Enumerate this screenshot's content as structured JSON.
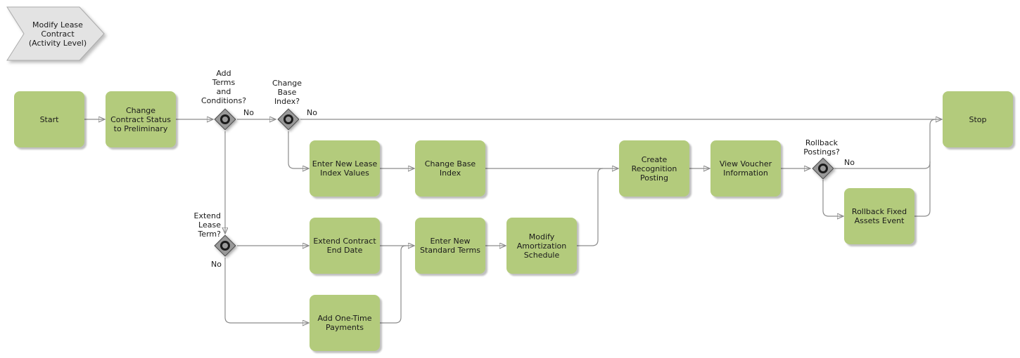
{
  "diagram": {
    "banner": {
      "label": "Modify Lease\nContract\n(Activity Level)"
    },
    "tasks": {
      "start": "Start",
      "change_contract_status": "Change\nContract Status\nto Preliminary",
      "enter_new_lease_index_values": "Enter New Lease\nIndex Values",
      "change_base_index": "Change Base\nIndex",
      "create_recognition_posting": "Create\nRecognition\nPosting",
      "view_voucher_information": "View Voucher\nInformation",
      "rollback_fixed_assets_event": "Rollback Fixed\nAssets Event",
      "extend_contract_end_date": "Extend Contract\nEnd Date",
      "enter_new_standard_terms": "Enter New\nStandard Terms",
      "modify_amortization_schedule": "Modify\nAmortization\nSchedule",
      "add_one_time_payments": "Add One-Time\nPayments",
      "stop": "Stop"
    },
    "gateways": {
      "add_terms_and_conditions": {
        "label": "Add\nTerms\nand\nConditions?",
        "no_label": "No"
      },
      "change_base_index": {
        "label": "Change\nBase\nIndex?",
        "no_label": "No"
      },
      "extend_lease_term": {
        "label": "Extend\nLease\nTerm?",
        "no_label": "No"
      },
      "rollback_postings": {
        "label": "Rollback\nPostings?",
        "no_label": "No"
      }
    },
    "colors": {
      "task_fill": "#b3cb7c",
      "gateway_fill": "#999999",
      "banner_fill": "#e3e3e3",
      "connector": "#8c8c8c"
    }
  }
}
